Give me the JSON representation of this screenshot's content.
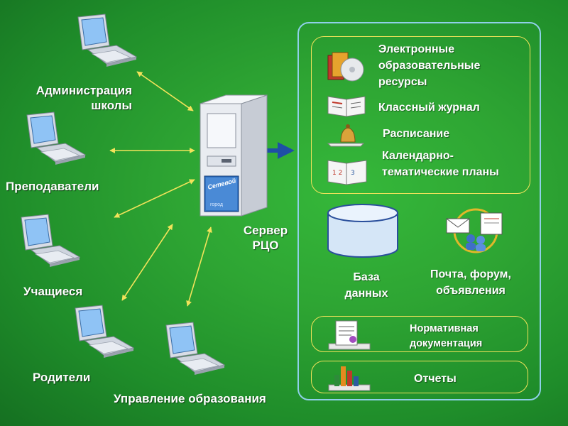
{
  "users": {
    "admin": "Администрация\nшколы",
    "teachers": "Преподаватели",
    "students": "Учащиеся",
    "parents": "Родители",
    "management": "Управление образования"
  },
  "server": {
    "label": "Сервер\nРЦО",
    "badge_title": "Сетевой",
    "badge_sub": "город"
  },
  "resources": {
    "electronic": "Электронные\nобразовательные\nресурсы",
    "journal": "Классный журнал",
    "schedule": "Расписание",
    "plans": "Календарно-\nтематические планы"
  },
  "database": "База\nданных",
  "mail": "Почта, форум,\nобъявления",
  "normative": "Нормативная\nдокументация",
  "reports": "Отчеты",
  "colors": {
    "background": "#2ea533",
    "link_arrows": "#f2e35a",
    "panel_border": "#8fd0e8",
    "server_arrow": "#1e4fa6"
  }
}
